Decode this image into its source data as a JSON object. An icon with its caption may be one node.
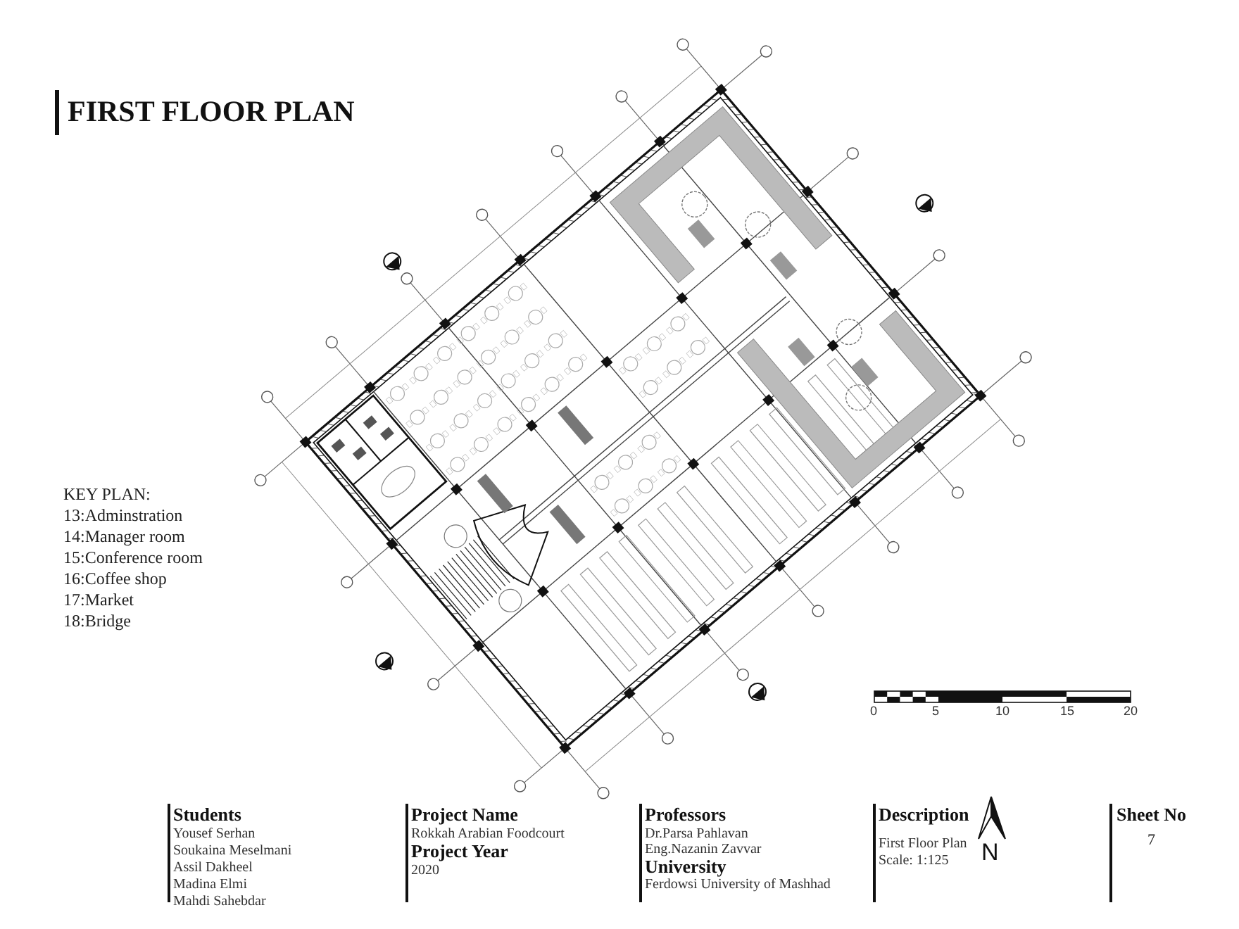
{
  "diagram": {
    "title": "FIRST FLOOR PLAN",
    "labels": [
      "KEY PLAN:",
      "13:Adminstration",
      "14:Manager room",
      "15:Conference room",
      "16:Coffee shop",
      "17:Market",
      "18:Bridge",
      "0",
      "5",
      "10",
      "15",
      "20",
      "Students",
      "Yousef Serhan",
      "Soukaina Meselmani",
      "Assil Dakheel",
      "Madina Elmi",
      "Mahdi Sahebdar",
      "Project Name",
      "Rokkah Arabian Foodcourt",
      "Project Year",
      "2020",
      "Professors",
      "Dr.Parsa Pahlavan",
      "Eng.Nazanin Zavvar",
      "University",
      "Ferdowsi University of Mashhad",
      "Description",
      "First Floor Plan",
      "Scale: 1:125",
      "N",
      "Sheet No",
      "7"
    ]
  }
}
